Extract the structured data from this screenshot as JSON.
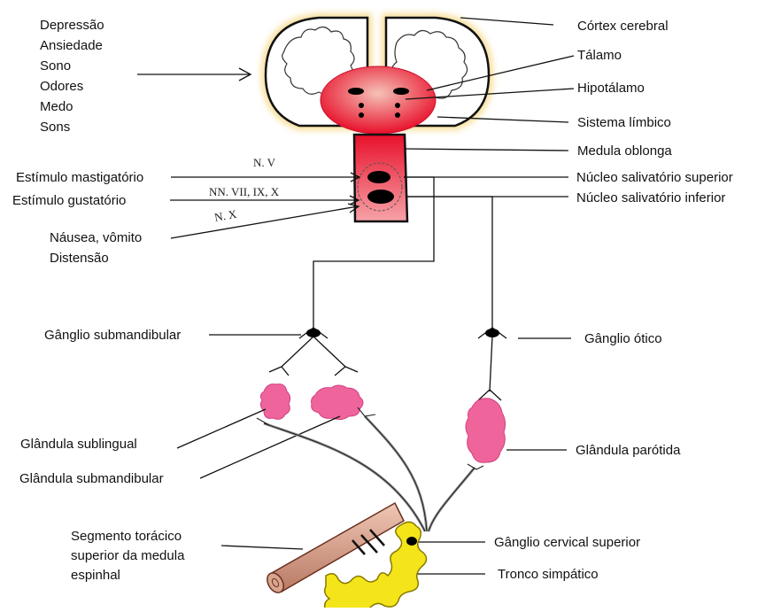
{
  "stimuli_list": [
    "Depressão",
    "Ansiedade",
    "Sono",
    "Odores",
    "Medo",
    "Sons"
  ],
  "left_labels": {
    "masticatory": "Estímulo mastigatório",
    "gustatory": "Estímulo gustatório",
    "nausea": "Náusea, vômito",
    "distension": "Distensão",
    "submandibular_ganglion": "Gânglio submandibular",
    "sublingual_gland": "Glândula sublingual",
    "submandibular_gland": "Glândula submandibular",
    "spinal_segment_line1": "Segmento torácico",
    "spinal_segment_line2": "superior da medula",
    "spinal_segment_line3": "espinhal"
  },
  "right_labels": {
    "cortex": "Córtex cerebral",
    "thalamus": "Tálamo",
    "hypothalamus": "Hipotálamo",
    "limbic": "Sistema límbico",
    "medulla": "Medula oblonga",
    "superior_nucleus": "Núcleo salivatório superior",
    "inferior_nucleus": "Núcleo salivatório inferior",
    "otic_ganglion": "Gânglio ótico",
    "parotid": "Glândula parótida",
    "cervical_ganglion": "Gânglio cervical superior",
    "sympathetic_trunk": "Tronco simpático"
  },
  "nerve_labels": {
    "n5": "N. V",
    "n7_9_10": "NN. VII, IX, X",
    "n10": "N. X"
  },
  "colors": {
    "red": "#e8102a",
    "pink": "#f0649c",
    "yellow": "#f4e51a",
    "cortex_glow": "#f6d98a",
    "spinal_tan": "#d8a58e"
  }
}
